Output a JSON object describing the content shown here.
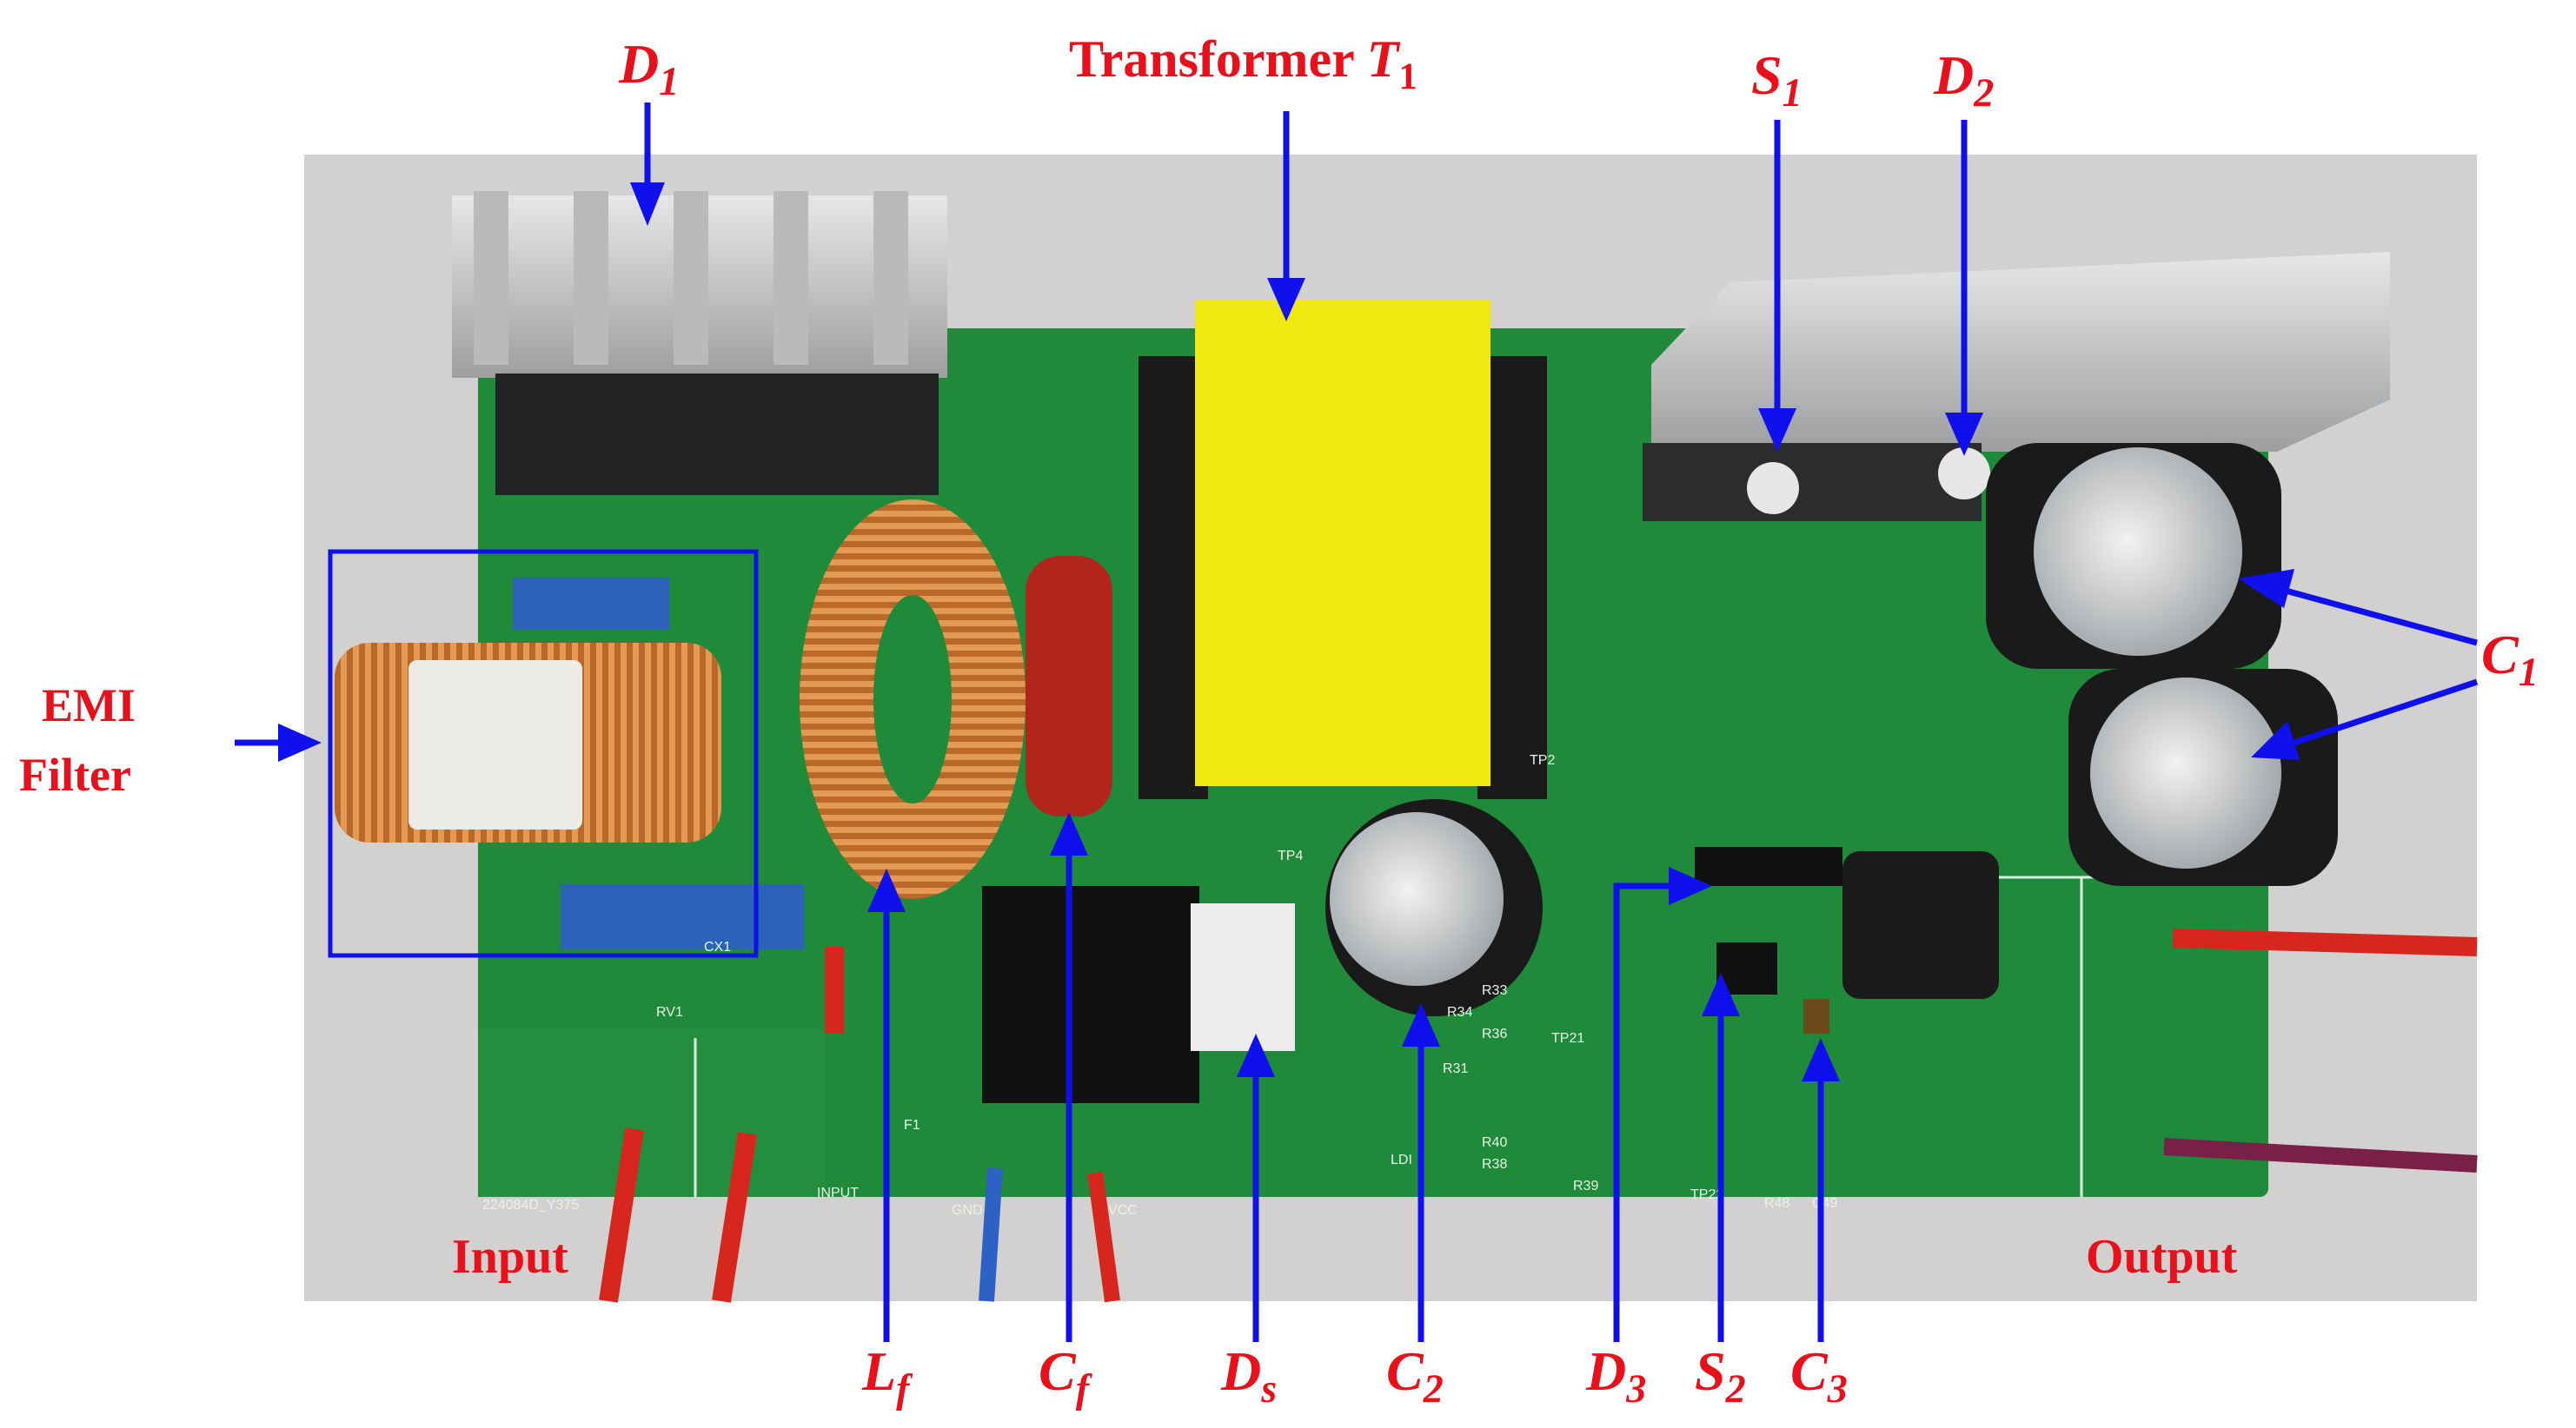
{
  "labels": {
    "d1": {
      "main": "D",
      "sub": "1"
    },
    "transformer": {
      "prefix": "Transformer ",
      "main": "T",
      "sub": "1"
    },
    "s1": {
      "main": "S",
      "sub": "1"
    },
    "d2": {
      "main": "D",
      "sub": "2"
    },
    "emi_line1": "EMI",
    "emi_line2": "Filter",
    "c1": {
      "main": "C",
      "sub": "1"
    },
    "input": "Input",
    "output": "Output",
    "lf": {
      "main": "L",
      "sub": "f"
    },
    "cf": {
      "main": "C",
      "sub": "f"
    },
    "ds": {
      "main": "D",
      "sub": "s"
    },
    "c2": {
      "main": "C",
      "sub": "2"
    },
    "d3": {
      "main": "D",
      "sub": "3"
    },
    "s2": {
      "main": "S",
      "sub": "2"
    },
    "c3": {
      "main": "C",
      "sub": "3"
    }
  },
  "silkscreen": {
    "board_id": "224084D_Y375",
    "input_text": "INPUT",
    "vcc_text": "VCC",
    "gnd_text": "GND",
    "ldi_text": "LDI",
    "cx1_text": "CX1",
    "rv1_text": "RV1",
    "f1_text": "F1",
    "tp2_text": "TP2",
    "tp4_text": "TP4",
    "tp21_text": "TP21",
    "tp22_text": "TP22",
    "r48_text": "R48",
    "c49_text": "C49",
    "r39_text": "R39",
    "r31_text": "R31",
    "r33_text": "R33",
    "r34_text": "R34",
    "r36_text": "R36",
    "r40_text": "R40",
    "r38_text": "R38"
  },
  "colors": {
    "label_red": "#e8101a",
    "arrow_blue": "#1010ee",
    "pcb_green": "#1f8a3a",
    "heatsink": "#c9cacb",
    "copper": "#c8782e",
    "transformer_yellow": "#f2e812"
  }
}
